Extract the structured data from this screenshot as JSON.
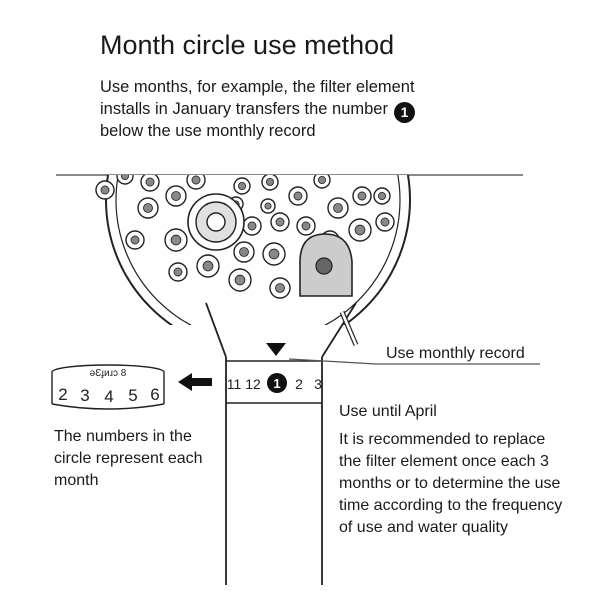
{
  "title": "Month circle use method",
  "intro": {
    "line1": "Use months, for example, the filter element",
    "line2": "installs in January transfers the number",
    "badge": "1",
    "line3": "below the use monthly record"
  },
  "record_label": "Use monthly record",
  "until_label": "Use until April",
  "advice": "It is recommended to replace the filter element once each 3 months or to determine the use time according to the frequency of use and water quality",
  "months_note": "The numbers in the circle represent each month",
  "handle_ring": {
    "numbers": [
      "11",
      "12",
      "1",
      "2",
      "3"
    ],
    "highlight": "1"
  },
  "loose_ring": {
    "front": [
      "2",
      "3",
      "4",
      "5",
      "6"
    ],
    "back": "ǝƐɟᴎɹɔ 8"
  },
  "icons": [
    "arrow-left-icon",
    "triangle-down-marker-icon"
  ],
  "colors": {
    "ink": "#1a1a1a",
    "badge": "#111111",
    "line": "#555555"
  }
}
